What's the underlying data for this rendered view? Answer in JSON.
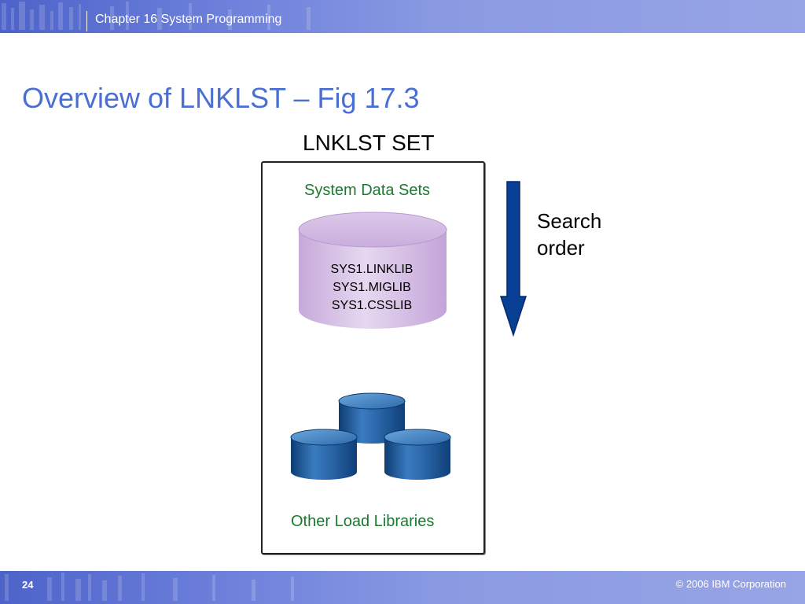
{
  "header": {
    "chapter_title": "Chapter 16 System Programming"
  },
  "slide": {
    "title": "Overview of LNKLST – Fig 17.3"
  },
  "diagram": {
    "set_label": "LNKLST SET",
    "system_data_sets_label": "System Data Sets",
    "system_libraries": [
      "SYS1.LINKLIB",
      "SYS1.MIGLIB",
      "SYS1.CSSLIB"
    ],
    "other_libraries_label": "Other Load Libraries",
    "search_order_label": [
      "Search",
      "order"
    ],
    "colors": {
      "accent_title": "#4a6fd4",
      "label_green": "#1b7a2e",
      "cylinder_purple": "#d8c4e6",
      "cylinder_blue": "#1f5a94",
      "arrow_blue": "#0a3f96"
    }
  },
  "footer": {
    "page_number": "24",
    "copyright": "© 2006 IBM Corporation"
  }
}
